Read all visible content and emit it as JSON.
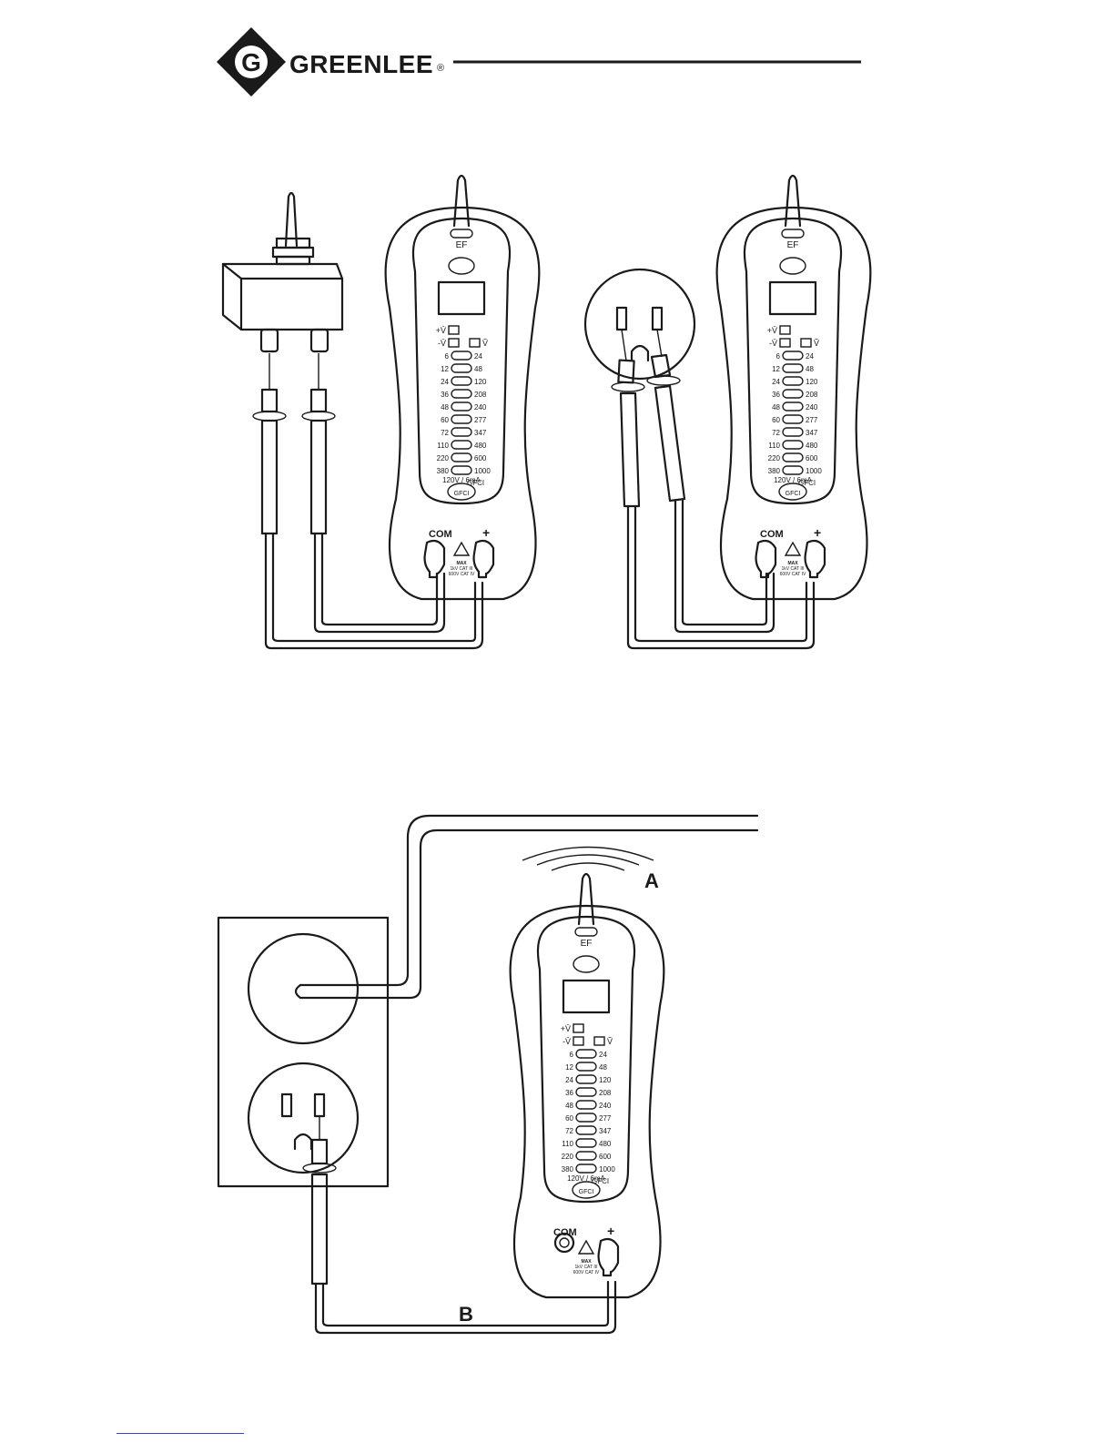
{
  "brand": {
    "name": "GREENLEE",
    "registered": "®",
    "logo_letter": "G"
  },
  "tester": {
    "ef_label": "EF",
    "plus_v": "+V̄",
    "minus_v": "-V̄",
    "ac_v": "Ṽ",
    "ranges_left": [
      "6",
      "12",
      "24",
      "36",
      "48",
      "60",
      "72",
      "110",
      "220",
      "380"
    ],
    "ranges_right": [
      "24",
      "48",
      "120",
      "208",
      "240",
      "277",
      "347",
      "480",
      "600",
      "1000"
    ],
    "gfci_small": "GFCI",
    "gfci_rating": "120V / 6mA",
    "gfci_button": "GFCI",
    "com_label": "COM",
    "plus_label": "+",
    "max_label": "MAX",
    "cat1": "1kV CAT III",
    "cat2": "600V CAT IV"
  },
  "callouts": {
    "a": "A",
    "b": "B"
  },
  "colors": {
    "ink": "#1a1a1a",
    "background": "#ffffff"
  }
}
